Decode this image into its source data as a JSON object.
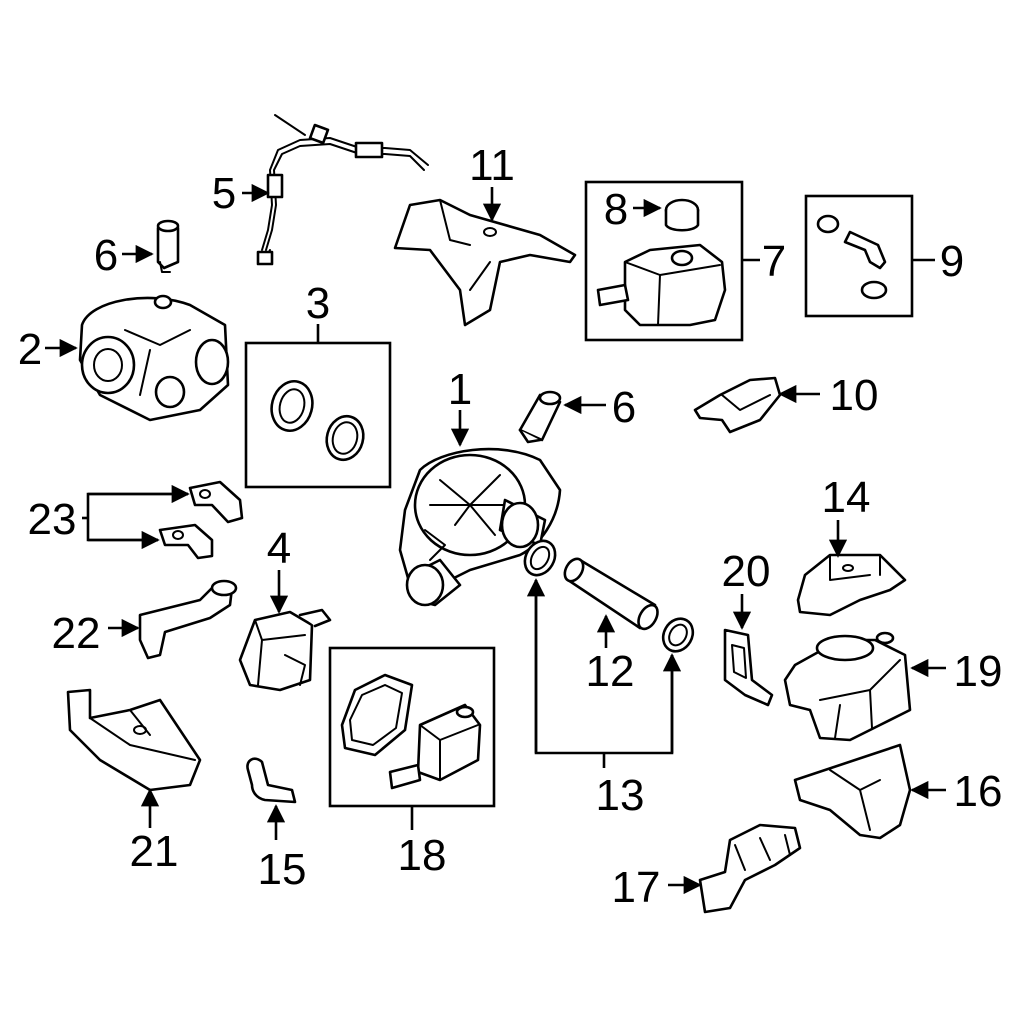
{
  "callouts": {
    "c1": "1",
    "c2": "2",
    "c3": "3",
    "c4": "4",
    "c5": "5",
    "c6a": "6",
    "c6b": "6",
    "c7": "7",
    "c8": "8",
    "c9": "9",
    "c10": "10",
    "c11": "11",
    "c12": "12",
    "c13": "13",
    "c14": "14",
    "c15": "15",
    "c16": "16",
    "c17": "17",
    "c18": "18",
    "c19": "19",
    "c20": "20",
    "c21": "21",
    "c22": "22",
    "c23": "23"
  },
  "colors": {
    "line": "#000000",
    "background": "#ffffff"
  }
}
